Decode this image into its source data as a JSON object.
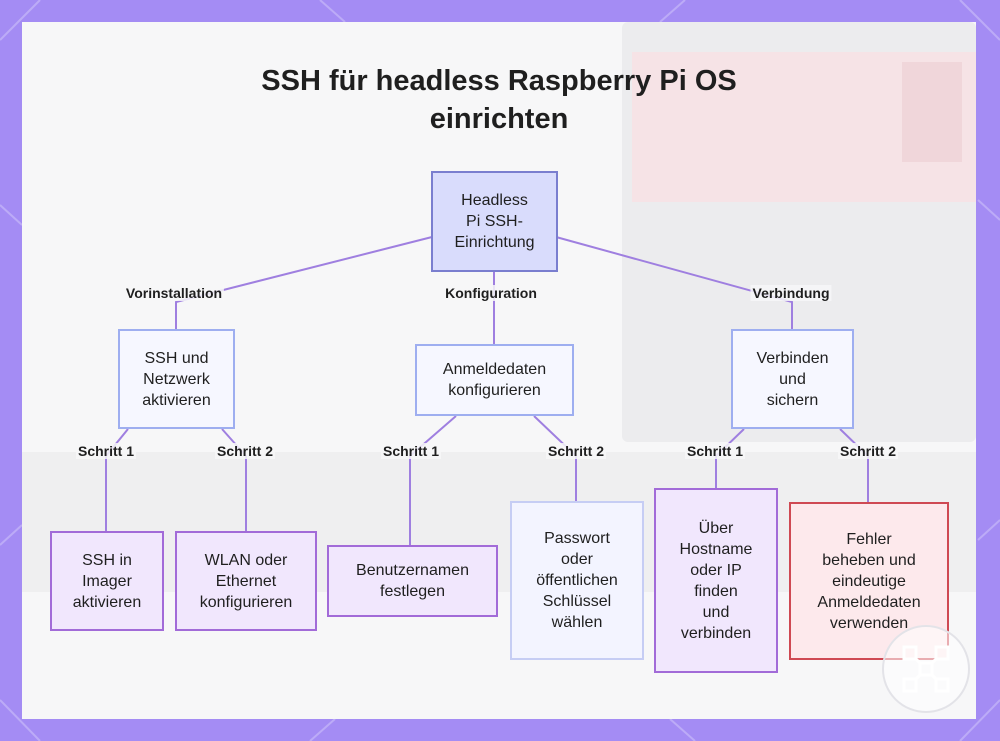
{
  "title": {
    "line1": "SSH für headless Raspberry Pi OS",
    "line2": "einrichten"
  },
  "root": "Headless\nPi SSH-\nEinrichtung",
  "branches": [
    {
      "edge_label": "Vorinstallation",
      "label": "SSH und\nNetzwerk\naktivieren",
      "steps": [
        {
          "edge_label": "Schritt 1",
          "label": "SSH in\nImager\naktivieren"
        },
        {
          "edge_label": "Schritt 2",
          "label": "WLAN oder\nEthernet\nkonfigurieren"
        }
      ]
    },
    {
      "edge_label": "Konfiguration",
      "label": "Anmeldedaten\nkonfigurieren",
      "steps": [
        {
          "edge_label": "Schritt 1",
          "label": "Benutzernamen\nfestlegen"
        },
        {
          "edge_label": "Schritt 2",
          "label": "Passwort\noder\nöffentlichen\nSchlüssel\nwählen"
        }
      ]
    },
    {
      "edge_label": "Verbindung",
      "label": "Verbinden\nund\nsichern",
      "steps": [
        {
          "edge_label": "Schritt 1",
          "label": "Über\nHostname\noder IP\nfinden\nund\nverbinden"
        },
        {
          "edge_label": "Schritt 2",
          "label": "Fehler\nbeheben und\neindeutige\nAnmeldedaten\nverwenden"
        }
      ]
    }
  ],
  "colors": {
    "frame": "#a48cf4",
    "edge": "#9f7fe0",
    "root_fill": "#d9dcfc",
    "leaf_purple_border": "#a26bd8",
    "leaf_red_border": "#cf4953"
  }
}
